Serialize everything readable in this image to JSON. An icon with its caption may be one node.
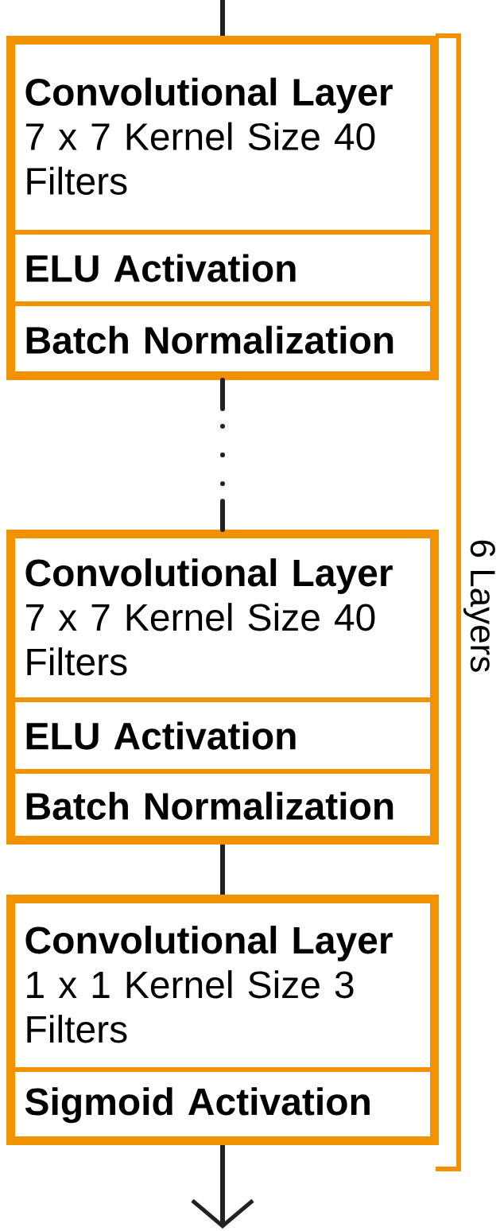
{
  "diagram": {
    "nodes": [
      {
        "text": [],
        "shape": "box"
      },
      {
        "text": [
          "Convolutional Layer",
          "7 x 7 Kernel Size 40 Filters"
        ],
        "in": 0
      },
      {
        "text": [
          "ELU Activation"
        ],
        "in": 0
      },
      {
        "text": [
          "Batch Normalization"
        ],
        "in": 0
      },
      {
        "text": [],
        "shape": "box"
      },
      {
        "text": [
          "Convolutional Layer",
          "7 x 7 Kernel Size 40 Filters"
        ],
        "in": 4
      },
      {
        "text": [
          "ELU Activation"
        ],
        "in": 4
      },
      {
        "text": [
          "Batch Normalization"
        ],
        "in": 4
      },
      {
        "text": [],
        "shape": "box"
      },
      {
        "text": [
          "Convolutional Layer",
          "1 x 1 Kernel Size 3 Filters"
        ],
        "in": 8
      },
      {
        "text": [
          "Sigmoid Activation"
        ],
        "in": 8
      }
    ],
    "edges": [
      {
        "from": null,
        "to": 0,
        "arrow": "none"
      },
      {
        "from": 0,
        "to": 4,
        "arrow": "none",
        "style": "dashed"
      },
      {
        "from": 4,
        "to": 8,
        "arrow": "none"
      },
      {
        "from": 8,
        "to": null,
        "arrow": "to"
      }
    ],
    "labels": [
      "6 Layers"
    ]
  }
}
